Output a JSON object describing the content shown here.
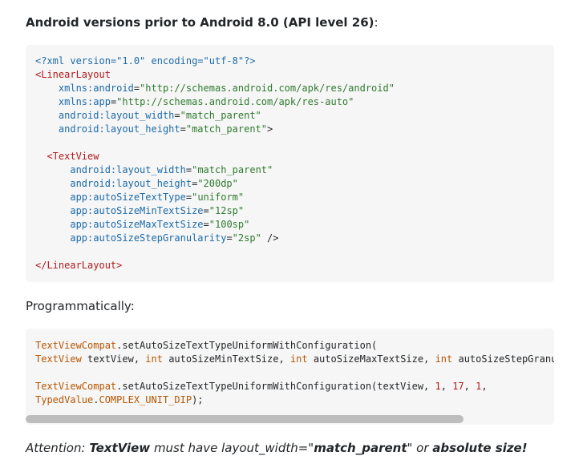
{
  "heading": {
    "main": "Android versions prior to Android 8.0 (API level 26)",
    "suffix": ":"
  },
  "xml_code": {
    "line1": "<?xml version=\"1.0\" encoding=\"utf-8\"?>",
    "open_tag": "<LinearLayout",
    "attr_ns_android": "xmlns:android",
    "val_ns_android": "\"http://schemas.android.com/apk/res/android\"",
    "attr_ns_app": "xmlns:app",
    "val_ns_app": "\"http://schemas.android.com/apk/res-auto\"",
    "attr_lw": "android:layout_width",
    "val_lw": "\"match_parent\"",
    "attr_lh": "android:layout_height",
    "val_lh": "\"match_parent\"",
    "close_gt": ">",
    "tv_open": "<TextView",
    "tv_attr_lw": "android:layout_width",
    "tv_val_lw": "\"match_parent\"",
    "tv_attr_lh": "android:layout_height",
    "tv_val_lh": "\"200dp\"",
    "tv_attr_type": "app:autoSizeTextType",
    "tv_val_type": "\"uniform\"",
    "tv_attr_min": "app:autoSizeMinTextSize",
    "tv_val_min": "\"12sp\"",
    "tv_attr_max": "app:autoSizeMaxTextSize",
    "tv_val_max": "\"100sp\"",
    "tv_attr_step": "app:autoSizeStepGranularity",
    "tv_val_step": "\"2sp\"",
    "tv_close": " />",
    "end_tag": "</LinearLayout>"
  },
  "programmatically_label": "Programmatically:",
  "java_code": {
    "l1_class": "TextViewCompat",
    "l1_rest": ".setAutoSizeTextTypeUniformWithConfiguration(",
    "l2_type": "TextView",
    "l2_a": " textView, ",
    "l2_int1": "int",
    "l2_b": " autoSizeMinTextSize, ",
    "l2_int2": "int",
    "l2_c": " autoSizeMaxTextSize, ",
    "l2_int3": "int",
    "l2_d": " autoSizeStepGranul",
    "l4_class": "TextViewCompat",
    "l4_rest": ".setAutoSizeTextTypeUniformWithConfiguration(textView, ",
    "l4_n1": "1",
    "l4_sep1": ", ",
    "l4_n2": "17",
    "l4_sep2": ", ",
    "l4_n3": "1",
    "l4_sep3": ",",
    "l5_class": "TypedValue",
    "l5_dot": ".",
    "l5_const": "COMPLEX_UNIT_DIP",
    "l5_end": ");"
  },
  "attention": {
    "prefix": "Attention: ",
    "textview": "TextView",
    "mid": " must have layout_width=\"",
    "match_parent": "match_parent",
    "after": "\" or ",
    "absolute": "absolute size!"
  },
  "scroll": {
    "visible_fraction": 0.83
  }
}
